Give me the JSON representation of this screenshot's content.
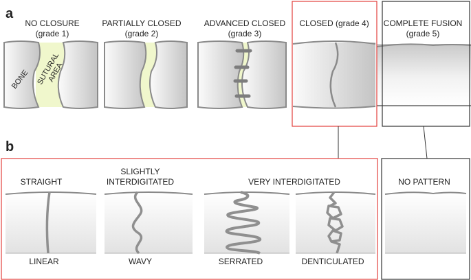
{
  "colors": {
    "accent_red": "#e2403c",
    "frame_dark": "#333333",
    "bone_edge": "#8a8a8a",
    "suture_line": "#8f8f8f",
    "sutural_fill": "#f0f7cc",
    "bone_light": "#fbfbfb",
    "bone_dark": "#c6c6c6"
  },
  "panel_a": {
    "label": "a",
    "stages": [
      {
        "title": "NO CLOSURE",
        "grade": "(grade 1)"
      },
      {
        "title": "PARTIALLY CLOSED",
        "grade": "(grade 2)"
      },
      {
        "title": "ADVANCED CLOSED",
        "grade": "(grade 3)"
      },
      {
        "title": "CLOSED (grade 4)",
        "grade": ""
      },
      {
        "title": "COMPLETE FUSION",
        "grade": "(grade 5)"
      }
    ],
    "annotations": {
      "bone": "BONE",
      "sutural_line1": "SUTURAL",
      "sutural_line2": "AREA"
    }
  },
  "panel_b": {
    "label": "b",
    "patterns": [
      {
        "header": "STRAIGHT",
        "header_line2": "",
        "name": "LINEAR"
      },
      {
        "header": "SLIGHTLY",
        "header_line2": "INTERDIGITATED",
        "name": "WAVY"
      },
      {
        "header": "VERY INTERDIGITATED",
        "header_line2": "",
        "name": "SERRATED"
      },
      {
        "header": "",
        "header_line2": "",
        "name": "DENTICULATED"
      },
      {
        "header": "NO PATTERN",
        "header_line2": "",
        "name": ""
      }
    ]
  }
}
